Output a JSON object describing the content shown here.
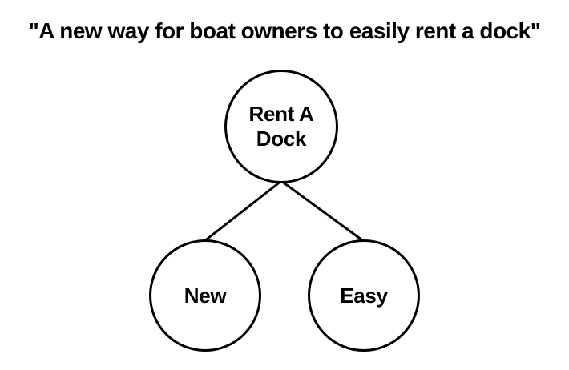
{
  "title": "\"A new way for boat owners to easily rent a dock\"",
  "diagram": {
    "root": {
      "label": "Rent A\nDock"
    },
    "children": [
      {
        "label": "New"
      },
      {
        "label": "Easy"
      }
    ],
    "edges": [
      {
        "from": "Rent A Dock",
        "to": "New"
      },
      {
        "from": "Rent A Dock",
        "to": "Easy"
      }
    ]
  },
  "colors": {
    "background": "#ffffff",
    "stroke": "#000000",
    "text": "#000000"
  }
}
